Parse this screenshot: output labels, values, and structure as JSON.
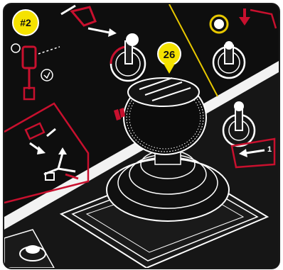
{
  "figure": {
    "panel_label": "#2",
    "callout_number": "26",
    "arrow_number": "1"
  },
  "colors": {
    "panel_black": "#0e0e0e",
    "line_white": "#ffffff",
    "accent_red": "#c8102e",
    "callout_yellow": "#f5e200",
    "divider_yellow": "#e8c800"
  },
  "icons": [
    "joystick-knob-icon",
    "hitch-lift-icon",
    "tractor-steering-icon",
    "tractor-turn-icon",
    "hitch-link-icon",
    "arrow-icon"
  ]
}
